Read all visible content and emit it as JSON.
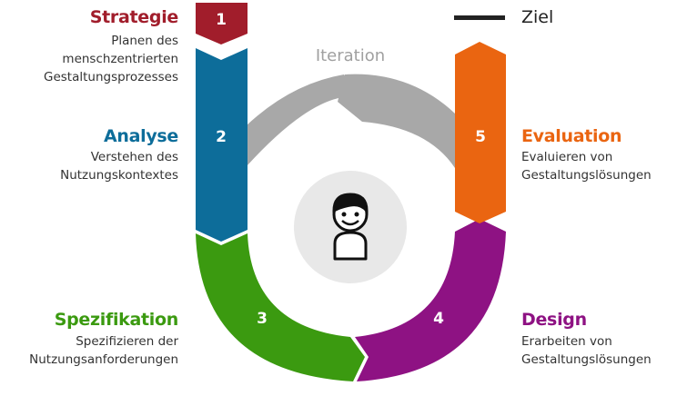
{
  "colors": {
    "strategie": "#a11d2b",
    "analyse": "#0d6d9a",
    "spezifikation": "#3b9a10",
    "design": "#8e1283",
    "evaluation": "#ea6511",
    "iteration": "#a8a8a8",
    "center": "#e8e8e8"
  },
  "iteration_label": "Iteration",
  "ziel_label": "Ziel",
  "phases": [
    {
      "number": "1",
      "title": "Strategie",
      "desc1": "Planen des",
      "desc2": "menschzentrierten",
      "desc3": "Gestaltungsprozesses"
    },
    {
      "number": "2",
      "title": "Analyse",
      "desc1": "Verstehen des",
      "desc2": "Nutzungskontextes"
    },
    {
      "number": "3",
      "title": "Spezifikation",
      "desc1": "Spezifizieren der",
      "desc2": "Nutzungsanforderungen"
    },
    {
      "number": "4",
      "title": "Design",
      "desc1": "Erarbeiten von",
      "desc2": "Gestaltungslösungen"
    },
    {
      "number": "5",
      "title": "Evaluation",
      "desc1": "Evaluieren von",
      "desc2": "Gestaltungslösungen"
    }
  ],
  "icons": {
    "center": "user-icon"
  }
}
